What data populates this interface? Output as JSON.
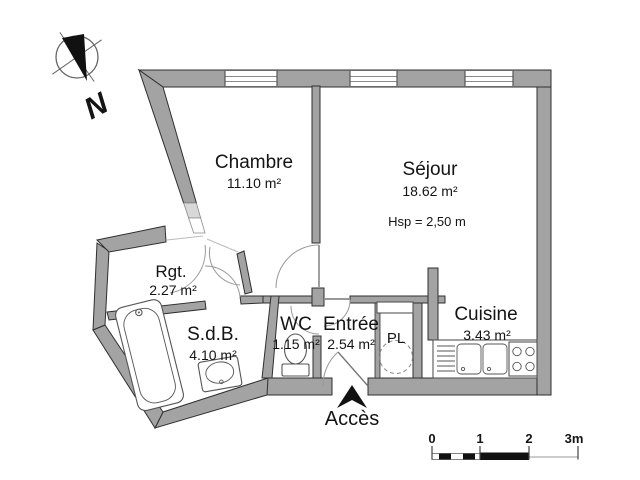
{
  "compass": {
    "label": "N"
  },
  "rooms": {
    "chambre": {
      "name": "Chambre",
      "area": "11.10 m²"
    },
    "sejour": {
      "name": "Séjour",
      "area": "18.62 m²",
      "ceiling_note": "Hsp = 2,50 m"
    },
    "rgt": {
      "name": "Rgt.",
      "area": "2.27 m²"
    },
    "sdb": {
      "name": "S.d.B.",
      "area": "4.10 m²"
    },
    "wc": {
      "name": "WC",
      "area": "1.15 m²"
    },
    "entree": {
      "name": "Entrée",
      "area": "2.54 m²"
    },
    "cuisine": {
      "name": "Cuisine",
      "area": "3.43 m²"
    },
    "placard": {
      "name": "PL"
    }
  },
  "access": {
    "label": "Accès"
  },
  "scale_bar": {
    "ticks": [
      "0",
      "1",
      "2",
      "3m"
    ]
  },
  "fixtures": [
    "bathtub",
    "washbasin",
    "toilet",
    "kitchen-sink",
    "drainboard",
    "hob",
    "water-heater"
  ],
  "colors": {
    "wall": "#a3a3a3",
    "wall_outline": "#2f2f2f",
    "fixture_line": "#555555",
    "door_arc": "#999999",
    "text": "#141414"
  }
}
